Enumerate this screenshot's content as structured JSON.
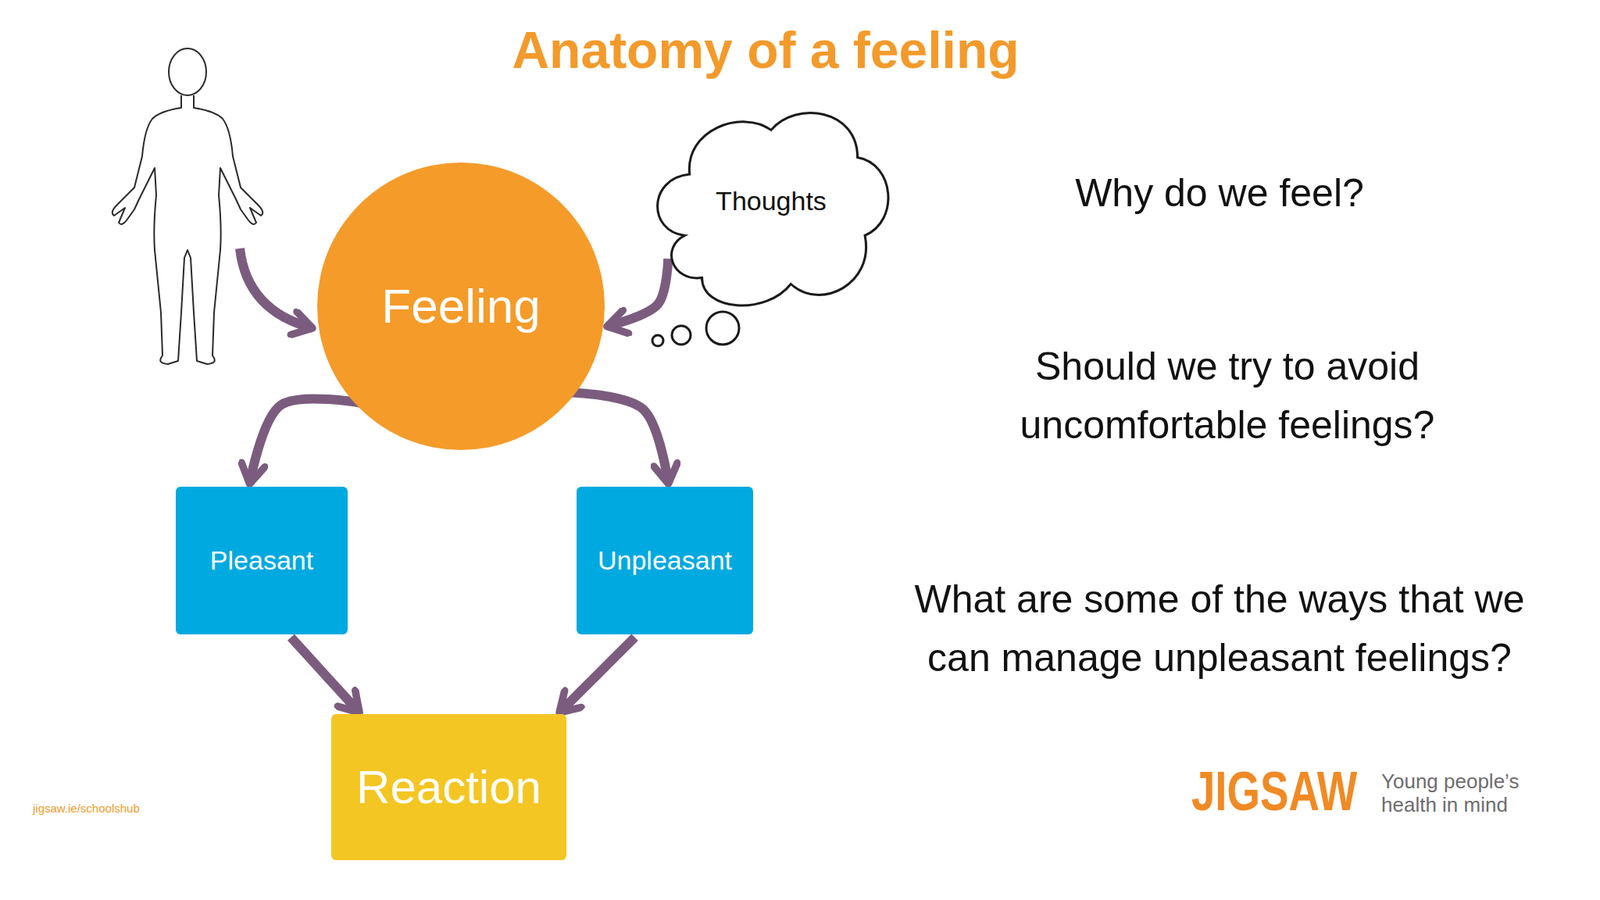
{
  "diagram": {
    "title": "Anatomy of a feeling",
    "nodes": [
      {
        "text": [
          "Feeling"
        ]
      },
      {
        "text": [
          "Thoughts"
        ]
      },
      {
        "text": [
          "Pleasant"
        ]
      },
      {
        "text": [
          "Unpleasant"
        ]
      },
      {
        "text": [
          "Reaction"
        ]
      }
    ],
    "edges": [
      {
        "from": 1,
        "to": 0,
        "arrow": "to"
      },
      {
        "from": 0,
        "to": 2,
        "arrow": "to"
      },
      {
        "from": 0,
        "to": 3,
        "arrow": "to"
      },
      {
        "from": 2,
        "to": 4,
        "arrow": "to"
      },
      {
        "from": 3,
        "to": 4,
        "arrow": "to"
      }
    ],
    "labels": [
      "Why do we feel?",
      "Should we try to avoid uncomfortable feelings?",
      "What are some of the ways that we can manage unpleasant feelings?",
      "jigsaw.ie/schoolshub",
      "JIGSAW",
      "Young people’s health in mind"
    ]
  }
}
